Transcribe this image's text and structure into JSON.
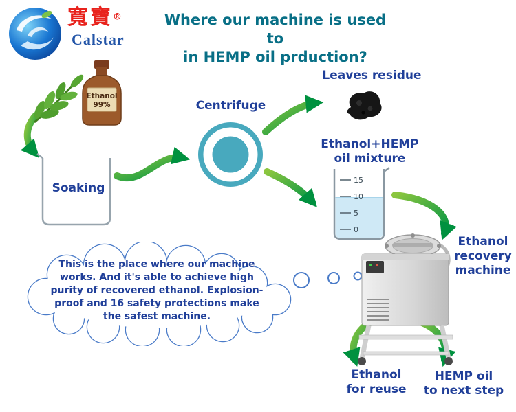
{
  "logo": {
    "brand_cn": "寬寶",
    "registered": "®",
    "brand_en": "Calstar"
  },
  "title": {
    "line1": "Where our machine is used to",
    "line2": "in HEMP oil prduction?"
  },
  "labels": {
    "soaking": "Soaking",
    "centrifuge": "Centrifuge",
    "leaves_residue": "Leaves residue",
    "mixture_line1": "Ethanol+HEMP",
    "mixture_line2": "oil mixture",
    "machine_line1": "Ethanol",
    "machine_line2": "recovery",
    "machine_line3": "machine",
    "ethanol_reuse_line1": "Ethanol",
    "ethanol_reuse_line2": "for reuse",
    "hemp_next_line1": "HEMP oil",
    "hemp_next_line2": "to next step"
  },
  "bottle": {
    "label_line1": "Ethanol",
    "label_line2": "99%"
  },
  "beaker_scale": [
    "15",
    "10",
    "5",
    "0"
  ],
  "cloud": {
    "text": "This is the place where our machine works. And it's able to achieve high purity of recovered ethanol. Explosion-proof and 16 safety protections make the safest machine."
  },
  "colors": {
    "title": "#086f86",
    "label": "#203f99",
    "arrow_green_light": "#8CC63F",
    "arrow_green_dark": "#009444",
    "centrifuge_teal": "#48a9be",
    "logo_red": "#e8231d",
    "logo_blue": "#1565c0",
    "liquid_blue": "#cfe9f6",
    "cloud_outline": "#4a7bc8"
  }
}
